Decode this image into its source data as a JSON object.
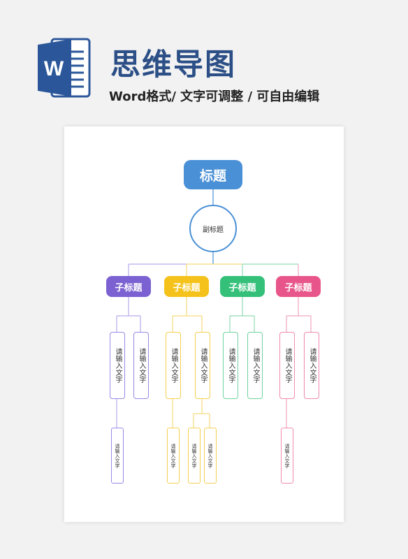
{
  "header": {
    "title": "思维导图",
    "subtitle": "Word格式/ 文字可调整 / 可自由编辑",
    "logo_letter": "W"
  },
  "diagram": {
    "root": "标题",
    "subtitle_node": "副标题",
    "branch_label": "子标题",
    "leaf_label": "请输入文字",
    "colors": {
      "root": "#4a90d6",
      "purple": "#7b61d1",
      "yellow": "#f4c21b",
      "green": "#35c07a",
      "pink": "#e8558a"
    }
  }
}
